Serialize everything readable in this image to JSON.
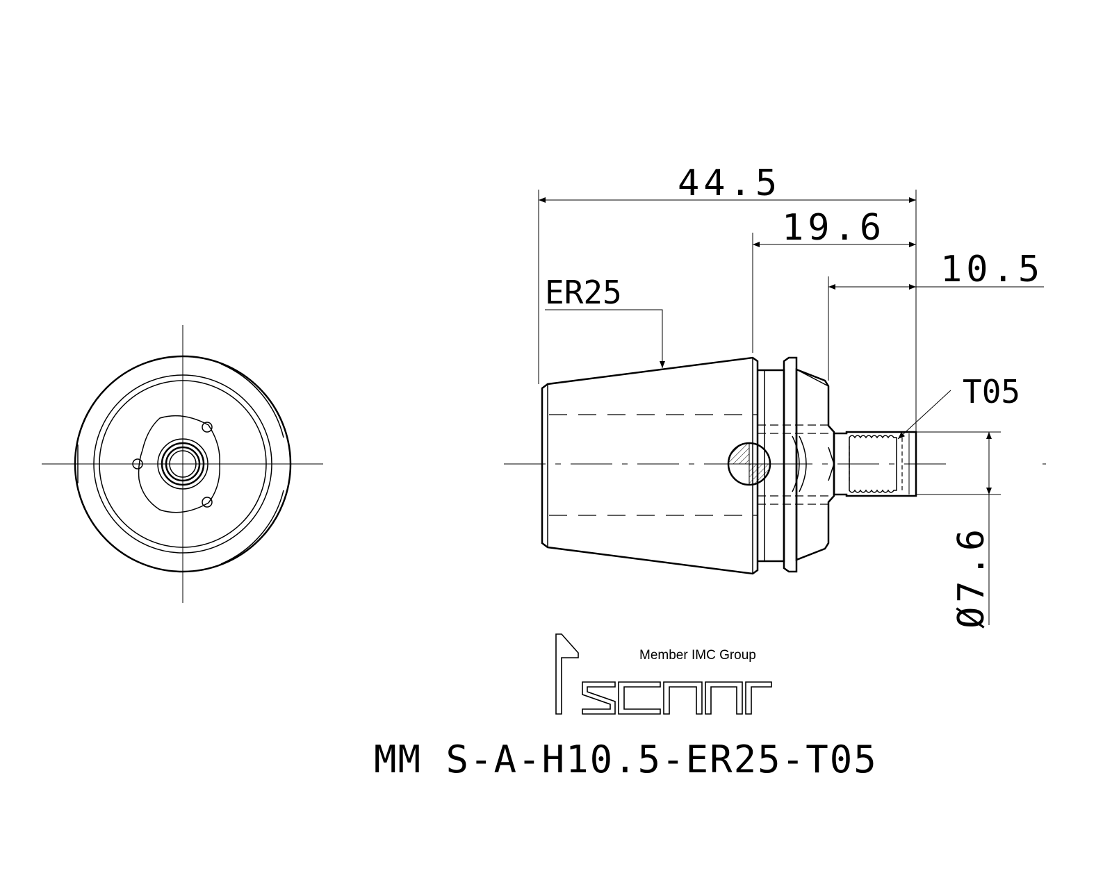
{
  "dimensions": {
    "overall_length": "44.5",
    "body_length": "19.6",
    "head_length": "10.5",
    "thread_diameter": "Ø7.6"
  },
  "labels": {
    "collet": "ER25",
    "thread": "T05"
  },
  "logo": {
    "tagline": "Member IMC Group",
    "brand_text": "iscar"
  },
  "part_number": "MM S-A-H10.5-ER25-T05"
}
